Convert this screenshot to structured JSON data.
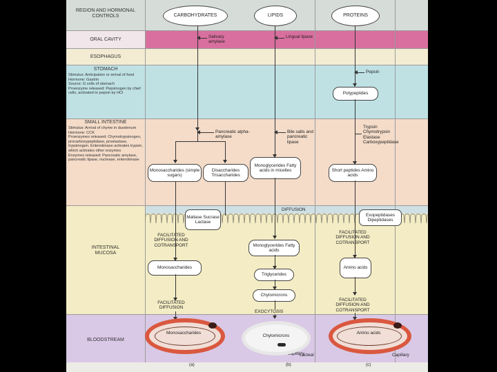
{
  "headers": {
    "region": "REGION AND HORMONAL CONTROLS",
    "carbohydrates": "CARBOHYDRATES",
    "lipids": "LIPIDS",
    "proteins": "PROTEINS"
  },
  "regions": {
    "oral": "ORAL CAVITY",
    "esophagus": "ESOPHAGUS",
    "stomach_title": "STOMACH",
    "stomach_details": "Stimulus: Anticipation or arrival of food\nHormone: Gastrin\nSource: G cells of stomach\nProenzyme released: Pepsinogen by chief cells, activated to pepsin by HCl",
    "small_title": "SMALL INTESTINE",
    "small_details": "Stimulus: Arrival of chyme in duodenum\nHormone: CCK\nProenzymes released: Chymotrypsinogen, procarboxypeptidase, proelastase, trypsinogen. Enterokinase activates trypsin, which activates other enzymes\nEnzymes released: Pancreatic amylase, pancreatic lipase, nuclease, enterokinase",
    "mucosa": "INTESTINAL MUCOSA",
    "bloodstream": "BLOODSTREAM"
  },
  "carbs": {
    "salivary": "Salivary amylase",
    "pancreatic": "Pancreatic alpha-amylase",
    "mono": "Monosaccharides (simple sugars)",
    "di": "Disaccharides Trisaccharides",
    "brush": "Maltase Sucrase Lactase",
    "fd_co": "FACILITATED DIFFUSION AND COTRANSPORT",
    "mono2": "Monosaccharides",
    "fd": "FACILITATED DIFFUSION",
    "blood": "Monosaccharides",
    "capillary": "Capillary"
  },
  "lipids": {
    "lingual": "Lingual lipase",
    "bile": "Bile salts and pancreatic lipase",
    "mono_fa": "Monoglycerides Fatty acids in micelles",
    "diffusion": "DIFFUSION",
    "mono_fa2": "Monoglycerides Fatty acids",
    "trig": "Triglycerides",
    "chylo": "Chylomicrons",
    "exo": "EXOCYTOSIS",
    "blood": "Chylomicrons",
    "lacteal": "Lacteal"
  },
  "proteins": {
    "pepsin": "Pepsin",
    "polypeptides": "Polypeptides",
    "enzymes": "Trypsin\nChymotrypsin\nElastase\nCarboxypeptidase",
    "short": "Short peptides Amino acids",
    "exopep": "Exopeptidases Dipeptidases",
    "fd_co": "FACILITATED DIFFUSION AND COTRANSPORT",
    "amino": "Amino acids",
    "fd_co2": "FACILITATED DIFFUSION AND COTRANSPORT",
    "blood": "Amino acids",
    "capillary": "Capillary"
  },
  "panels": {
    "a": "(a)",
    "b": "(b)",
    "c": "(c)"
  },
  "colors": {
    "header": "#d6ddd8",
    "oral": "#d96f9f",
    "esophagus": "#f3ecd3",
    "stomach": "#bfe1e4",
    "small_intestine": "#f4dcc9",
    "mucosa": "#f4ecc4",
    "bloodstream": "#d9c9e6",
    "vessel": "#d9583f"
  }
}
